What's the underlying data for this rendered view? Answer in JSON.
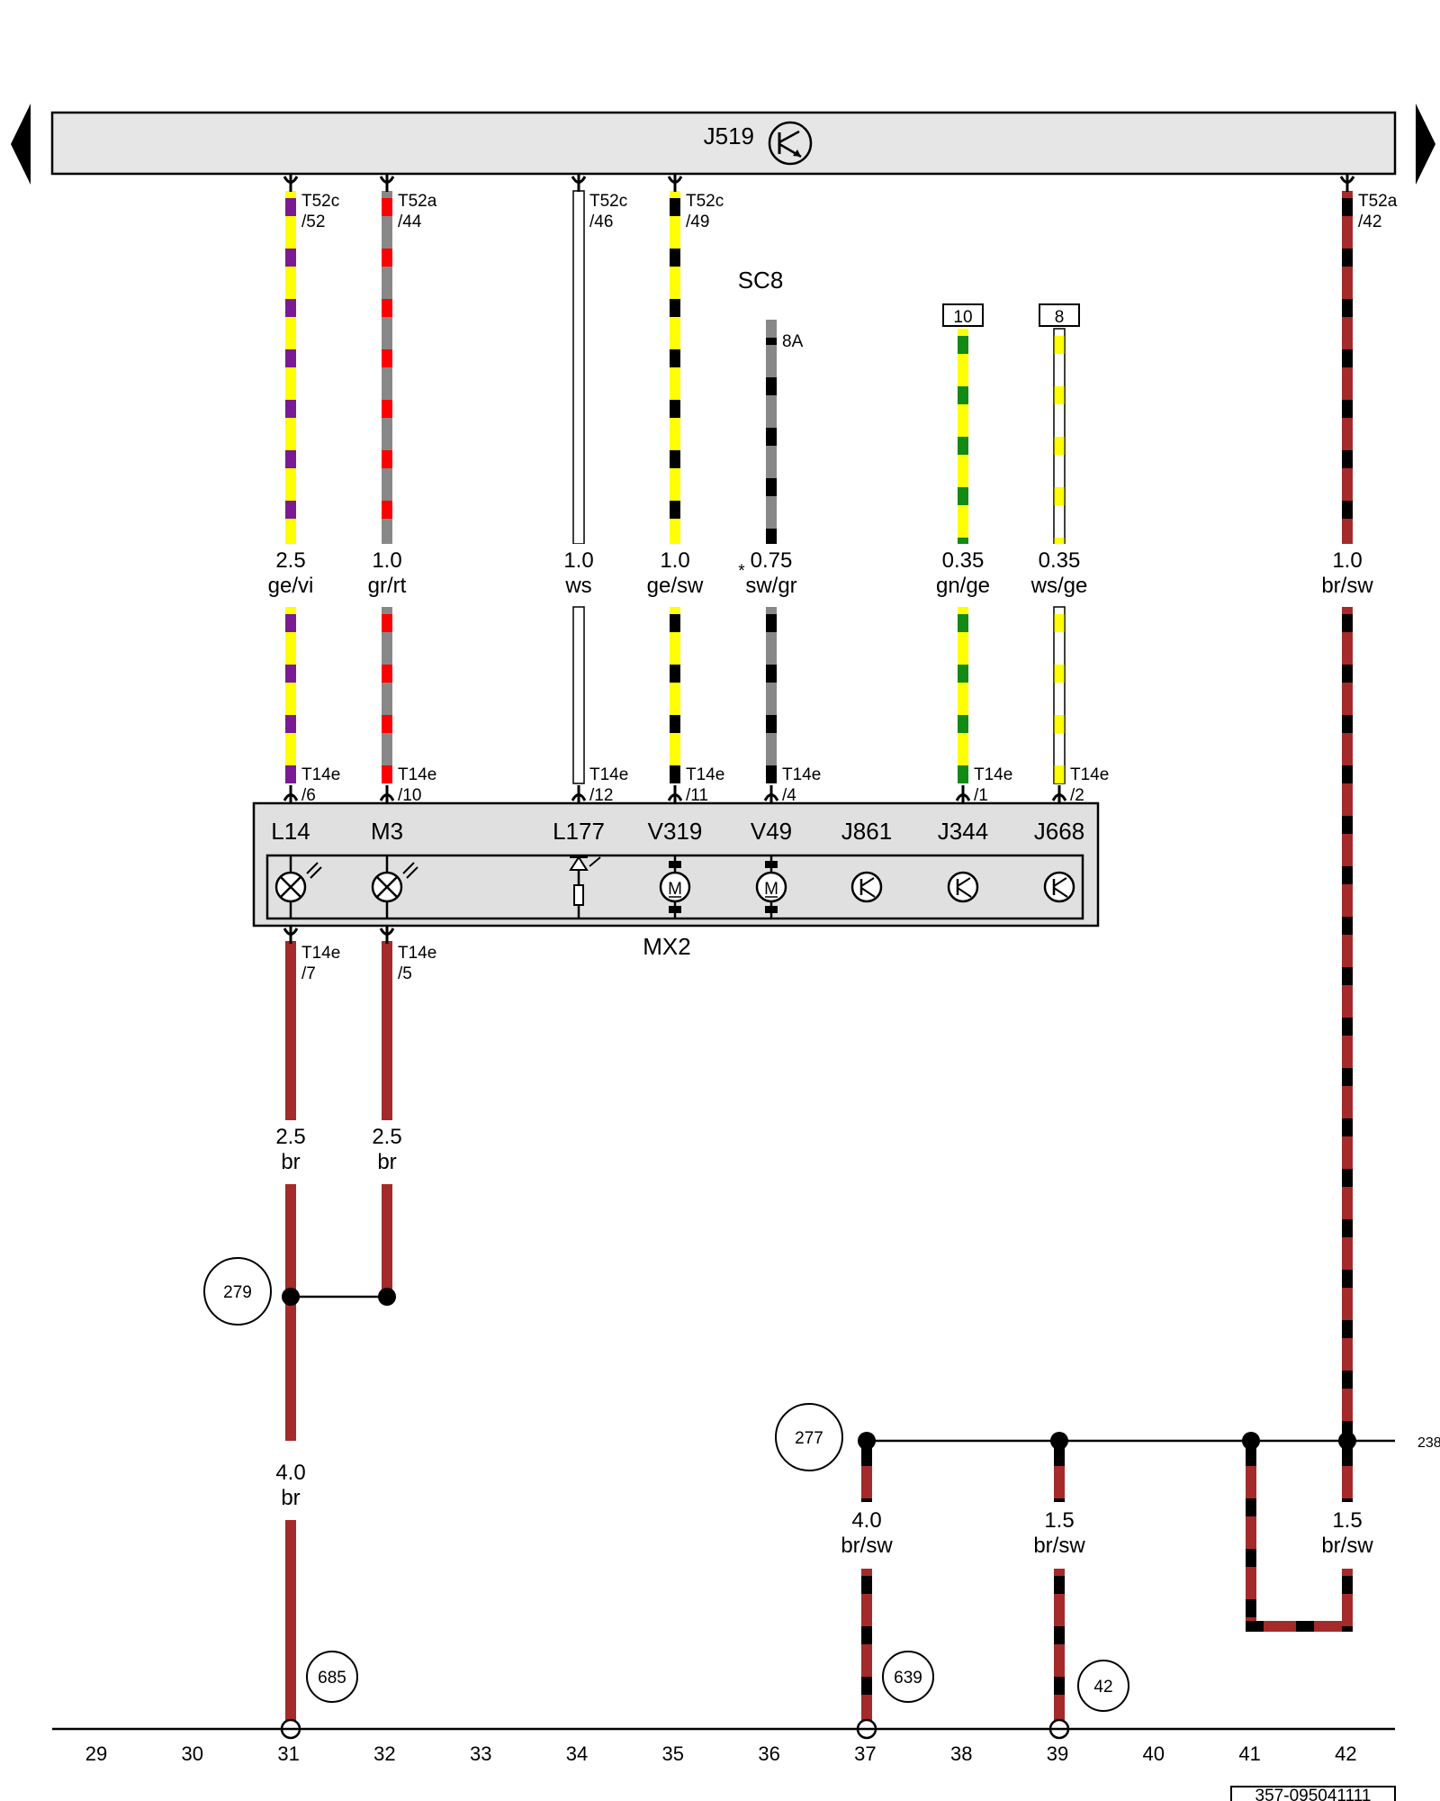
{
  "header": {
    "component": "J519"
  },
  "module": {
    "name": "MX2"
  },
  "module_components": [
    {
      "id": "L14",
      "kind": "lamp"
    },
    {
      "id": "M3",
      "kind": "lamp"
    },
    {
      "id": "L177",
      "kind": "led"
    },
    {
      "id": "V319",
      "kind": "motor",
      "symbol": "M"
    },
    {
      "id": "V49",
      "kind": "motor",
      "symbol": "M"
    },
    {
      "id": "J861",
      "kind": "control-unit"
    },
    {
      "id": "J344",
      "kind": "control-unit"
    },
    {
      "id": "J668",
      "kind": "control-unit"
    }
  ],
  "fuse": {
    "name": "SC8",
    "rating": "8A",
    "note": "*"
  },
  "terminals": [
    {
      "code": "10"
    },
    {
      "code": "8"
    }
  ],
  "top_connectors": [
    {
      "line1": "T52c",
      "line2": "/52"
    },
    {
      "line1": "T52a",
      "line2": "/44"
    },
    {
      "line1": "T52c",
      "line2": "/46"
    },
    {
      "line1": "T52c",
      "line2": "/49"
    },
    {
      "line1": "T52a",
      "line2": "/42"
    }
  ],
  "module_in_connectors": [
    {
      "line1": "T14e",
      "line2": "/6"
    },
    {
      "line1": "T14e",
      "line2": "/10"
    },
    {
      "line1": "T14e",
      "line2": "/12"
    },
    {
      "line1": "T14e",
      "line2": "/11"
    },
    {
      "line1": "T14e",
      "line2": "/4"
    },
    {
      "line1": "T14e",
      "line2": "/1"
    },
    {
      "line1": "T14e",
      "line2": "/2"
    }
  ],
  "module_out_connectors": [
    {
      "line1": "T14e",
      "line2": "/7"
    },
    {
      "line1": "T14e",
      "line2": "/5"
    }
  ],
  "wires": [
    {
      "size": "2.5",
      "color": "ge/vi"
    },
    {
      "size": "1.0",
      "color": "gr/rt"
    },
    {
      "size": "1.0",
      "color": "ws"
    },
    {
      "size": "1.0",
      "color": "ge/sw"
    },
    {
      "size": "0.75",
      "color": "sw/gr"
    },
    {
      "size": "0.35",
      "color": "gn/ge"
    },
    {
      "size": "0.35",
      "color": "ws/ge"
    },
    {
      "size": "1.0",
      "color": "br/sw"
    },
    {
      "size": "2.5",
      "color": "br"
    },
    {
      "size": "2.5",
      "color": "br"
    },
    {
      "size": "4.0",
      "color": "br"
    },
    {
      "size": "4.0",
      "color": "br/sw"
    },
    {
      "size": "1.5",
      "color": "br/sw"
    },
    {
      "size": "1.5",
      "color": "br/sw"
    }
  ],
  "junctions": [
    "279",
    "277"
  ],
  "ground_points": [
    "685",
    "639",
    "42"
  ],
  "continuation": "238",
  "footer": {
    "track_numbers": [
      "29",
      "30",
      "31",
      "32",
      "33",
      "34",
      "35",
      "36",
      "37",
      "38",
      "39",
      "40",
      "41",
      "42"
    ],
    "doc_code": "357-095041111"
  },
  "colors": {
    "ge": "#ffff00",
    "vi": "#7a1a94",
    "gr": "#888888",
    "rt": "#ff0000",
    "sw": "#000000",
    "gn": "#138a13",
    "br": "#a52a2a",
    "ws": "#ffffff",
    "panel": "#dcdcdc"
  }
}
